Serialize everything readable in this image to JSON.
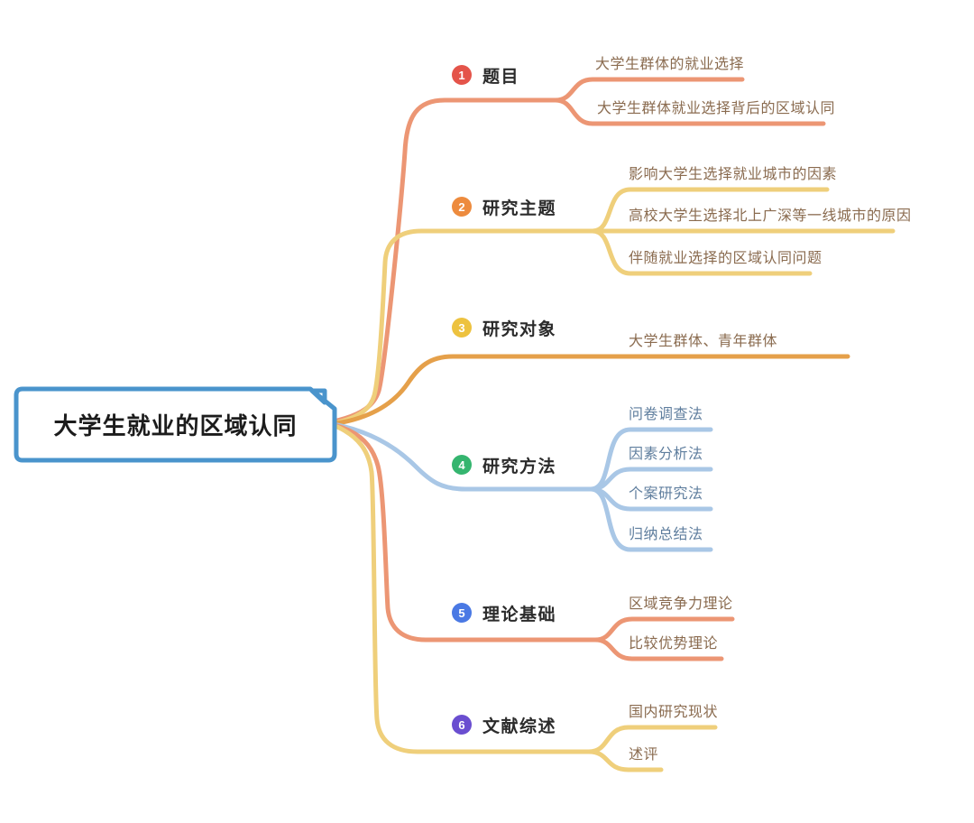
{
  "root": {
    "label": "大学生就业的区域认同"
  },
  "branches": [
    {
      "number": "1",
      "label": "题目",
      "badge_color": "#e4544a",
      "line_color": "#ec9674",
      "children": [
        {
          "text": "大学生群体的就业选择"
        },
        {
          "text": "大学生群体就业选择背后的区域认同"
        }
      ]
    },
    {
      "number": "2",
      "label": "研究主题",
      "badge_color": "#ed8b3e",
      "line_color": "#efcf7b",
      "children": [
        {
          "text": "影响大学生选择就业城市的因素"
        },
        {
          "text": "高校大学生选择北上广深等一线城市的原因"
        },
        {
          "text": "伴随就业选择的区域认同问题"
        }
      ]
    },
    {
      "number": "3",
      "label": "研究对象",
      "badge_color": "#edc23f",
      "line_color": "#e5a04a",
      "children": [
        {
          "text": "大学生群体、青年群体"
        }
      ]
    },
    {
      "number": "4",
      "label": "研究方法",
      "badge_color": "#35b56f",
      "line_color": "#a9c7e6",
      "children": [
        {
          "text": "问卷调查法"
        },
        {
          "text": "因素分析法"
        },
        {
          "text": "个案研究法"
        },
        {
          "text": "归纳总结法"
        }
      ]
    },
    {
      "number": "5",
      "label": "理论基础",
      "badge_color": "#4a79e4",
      "line_color": "#ec9674",
      "children": [
        {
          "text": "区域竞争力理论"
        },
        {
          "text": "比较优势理论"
        }
      ]
    },
    {
      "number": "6",
      "label": "文献综述",
      "badge_color": "#6a4ed0",
      "line_color": "#efcf7b",
      "children": [
        {
          "text": "国内研究现状"
        },
        {
          "text": "述评"
        }
      ]
    }
  ],
  "colors": {
    "root_border": "#4a94cc",
    "branch_salmon": "#ec9674",
    "branch_yellow": "#efcf7b",
    "branch_amber": "#e5a04a",
    "branch_blue": "#a9c7e6",
    "child_text_warm": "#8a6b4f",
    "child_text_cool": "#5f7e9e",
    "topic_text": "#2b2b2b"
  }
}
